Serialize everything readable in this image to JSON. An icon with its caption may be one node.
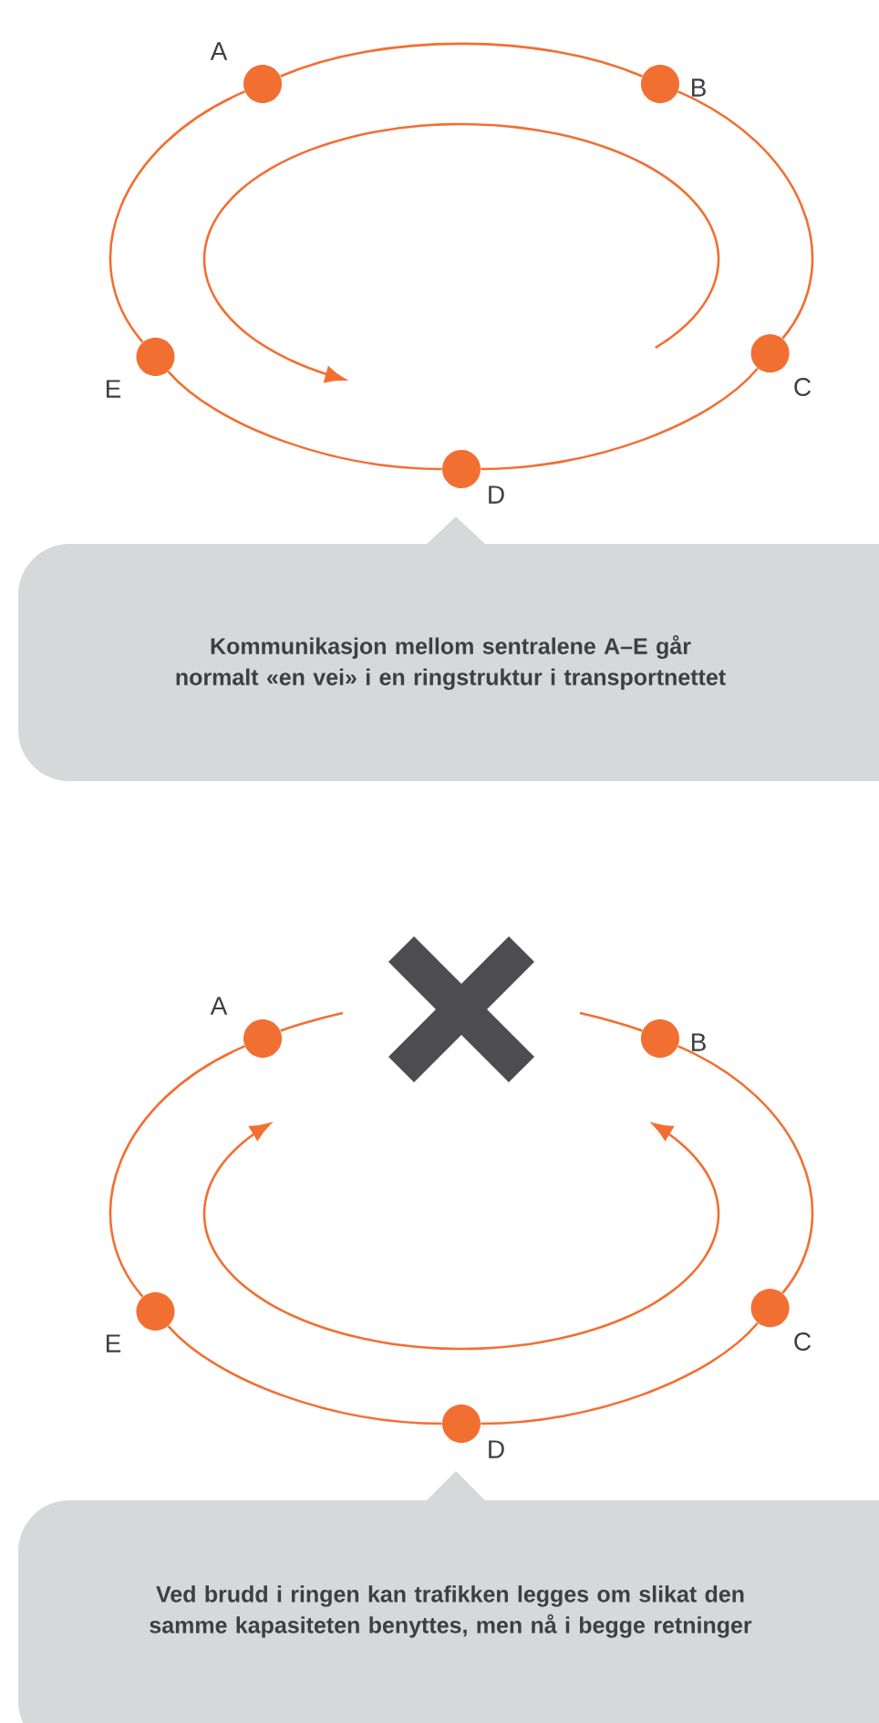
{
  "diagram": {
    "nodes": [
      {
        "text": [],
        "shape": "circle",
        "beside": [
          "A"
        ]
      },
      {
        "text": [],
        "shape": "circle",
        "beside": [
          "B"
        ]
      },
      {
        "text": [],
        "shape": "circle",
        "beside": [
          "C"
        ]
      },
      {
        "text": [],
        "shape": "circle",
        "beside": [
          "D"
        ]
      },
      {
        "text": [],
        "shape": "circle",
        "beside": [
          "E"
        ]
      },
      {
        "text": [
          "Kommunikasjon mellom sentralene A–E går normalt «en vei» i en ringstruktur i transportnettet"
        ]
      },
      {
        "text": [],
        "shape": "circle",
        "beside": [
          "A"
        ]
      },
      {
        "text": [],
        "shape": "circle",
        "beside": [
          "B"
        ]
      },
      {
        "text": [],
        "shape": "circle",
        "beside": [
          "C"
        ]
      },
      {
        "text": [],
        "shape": "circle",
        "beside": [
          "D"
        ]
      },
      {
        "text": [],
        "shape": "circle",
        "beside": [
          "E"
        ]
      },
      {
        "text": [
          "Ved brudd i ringen kan trafikken legges om slikat den samme kapasiteten benyttes, men nå i begge retninger"
        ]
      }
    ],
    "edges": [
      {
        "from": 0,
        "to": 1,
        "arrow": "none"
      },
      {
        "from": 1,
        "to": 2,
        "arrow": "none"
      },
      {
        "from": 2,
        "to": 3,
        "arrow": "none"
      },
      {
        "from": 3,
        "to": 4,
        "arrow": "none"
      },
      {
        "from": 4,
        "to": 0,
        "arrow": "none"
      },
      {
        "from": 6,
        "to": null,
        "arrow": "none"
      },
      {
        "from": 7,
        "to": null,
        "arrow": "none"
      },
      {
        "from": 7,
        "to": 8,
        "arrow": "none"
      },
      {
        "from": 8,
        "to": 9,
        "arrow": "none"
      },
      {
        "from": 9,
        "to": 10,
        "arrow": "none"
      },
      {
        "from": 10,
        "to": 6,
        "arrow": "none"
      }
    ]
  }
}
